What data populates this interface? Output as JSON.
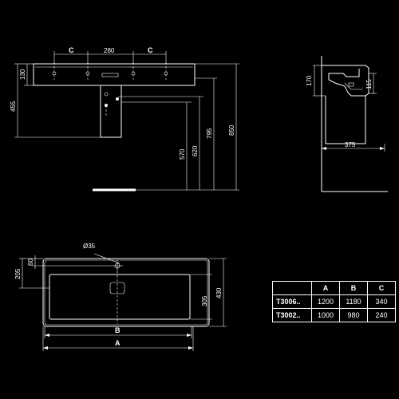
{
  "front_view": {
    "label_c_left": "C",
    "label_280": "280",
    "label_c_right": "C",
    "label_130": "130",
    "label_455": "455",
    "label_570": "570",
    "label_620": "620",
    "label_795": "795",
    "label_850": "850"
  },
  "side_view": {
    "label_170": "170",
    "label_115": "115",
    "label_375": "375"
  },
  "top_view": {
    "label_dia35": "Ø35",
    "label_60": "60",
    "label_205": "205",
    "label_305": "305",
    "label_430": "430",
    "label_b": "B",
    "label_a": "A"
  },
  "table": {
    "headers": [
      "",
      "A",
      "B",
      "C"
    ],
    "rows": [
      [
        "T3006..",
        "1200",
        "1180",
        "340"
      ],
      [
        "T3002..",
        "1000",
        "980",
        "240"
      ]
    ]
  }
}
